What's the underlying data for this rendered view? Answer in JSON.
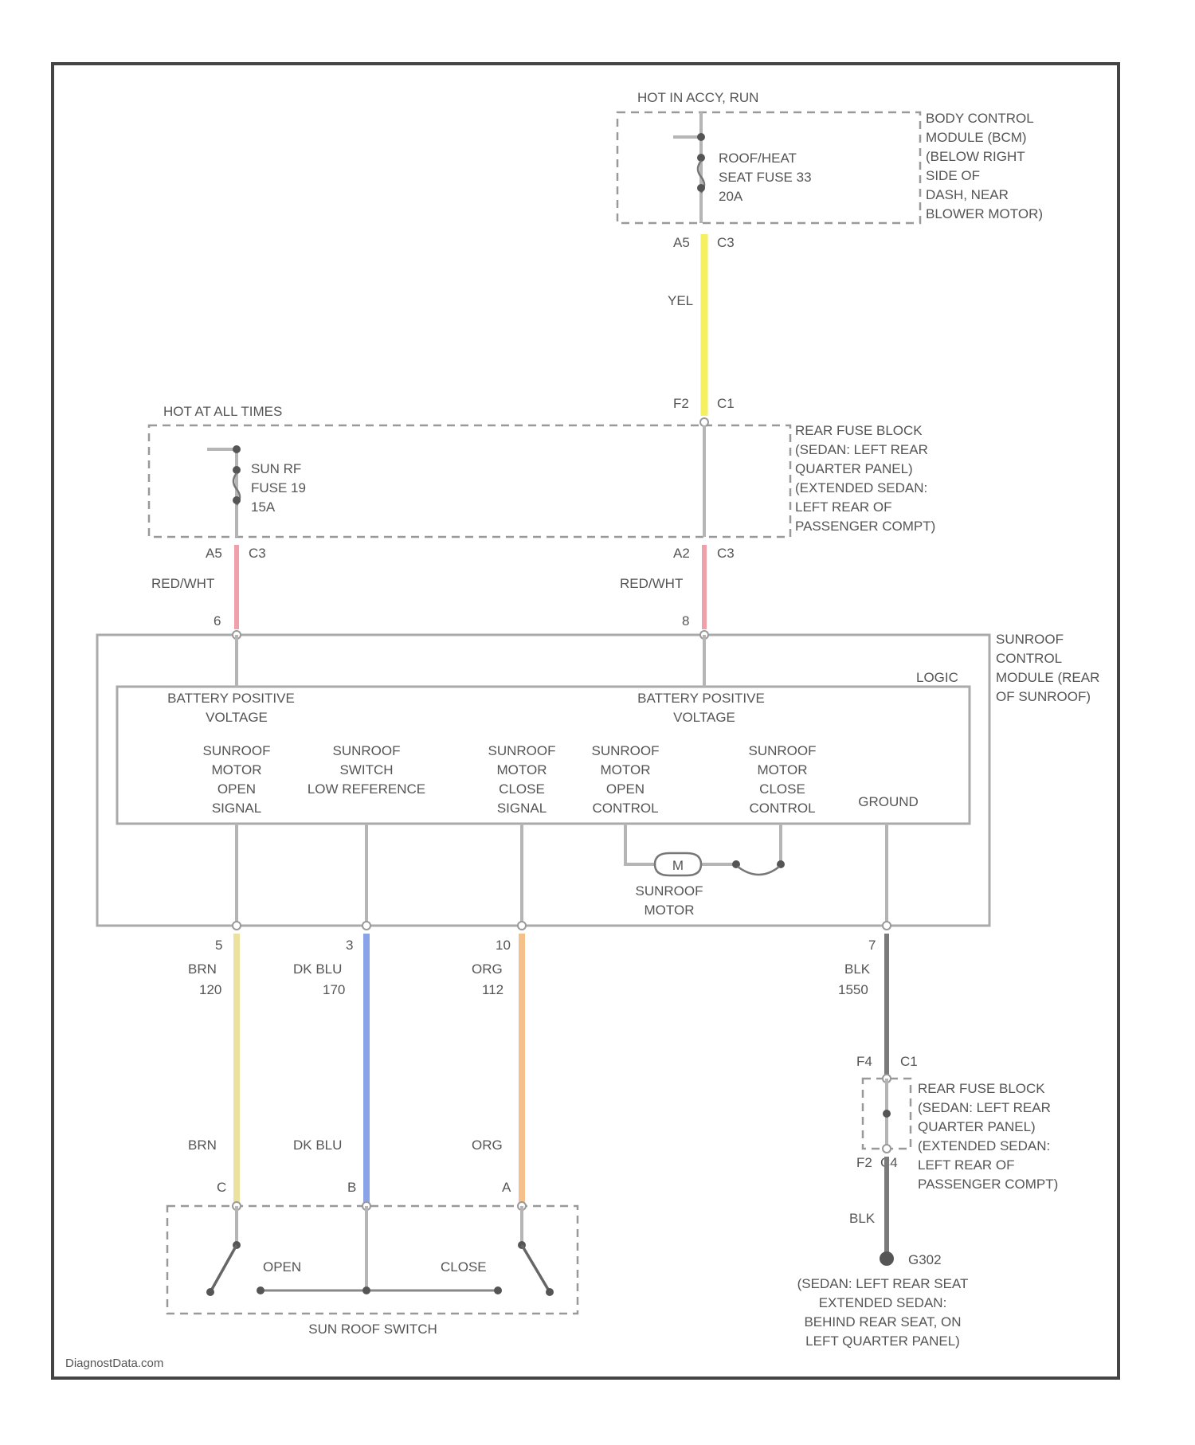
{
  "title": "",
  "bcm": {
    "hot_label": "HOT IN ACCY, RUN",
    "fuse_lines": [
      "ROOF/HEAT",
      "SEAT FUSE 33",
      "20A"
    ],
    "module_lines": [
      "BODY CONTROL",
      "MODULE (BCM)",
      "(BELOW RIGHT",
      "SIDE OF",
      "DASH, NEAR",
      "BLOWER MOTOR)"
    ],
    "pin": "A5",
    "connector": "C3"
  },
  "rear_fuse_block": {
    "hot_label": "HOT AT ALL TIMES",
    "fuse_lines": [
      "SUN RF",
      "FUSE 19",
      "15A"
    ],
    "block_lines": [
      "REAR FUSE BLOCK",
      "(SEDAN: LEFT REAR",
      "QUARTER PANEL)",
      "(EXTENDED SEDAN:",
      "LEFT REAR OF",
      "PASSENGER COMPT)"
    ],
    "pin_in": "F2",
    "conn_in": "C1",
    "pin_a": "A5",
    "conn_a": "C3",
    "pin_b": "A2",
    "conn_b": "C3"
  },
  "wires": {
    "yel": "YEL",
    "red_wht_a": "RED/WHT",
    "red_wht_b": "RED/WHT",
    "brn": "BRN",
    "brn_circuit": "120",
    "dk_blu": "DK BLU",
    "dk_blu_circuit": "170",
    "org": "ORG",
    "org_circuit": "112",
    "blk": "BLK",
    "blk_circuit": "1550",
    "brn_lower": "BRN",
    "dk_blu_lower": "DK BLU",
    "org_lower": "ORG",
    "blk_lower": "BLK"
  },
  "sunroof_module": {
    "label_lines": [
      "SUNROOF",
      "CONTROL",
      "MODULE (REAR",
      "OF SUNROOF)"
    ],
    "logic_label": "LOGIC",
    "pin_left": "6",
    "pin_right": "8",
    "batt_left": [
      "BATTERY POSITIVE",
      "VOLTAGE"
    ],
    "batt_right": [
      "BATTERY POSITIVE",
      "VOLTAGE"
    ],
    "signals": [
      [
        "SUNROOF",
        "MOTOR",
        "OPEN",
        "SIGNAL"
      ],
      [
        "SUNROOF",
        "SWITCH",
        "LOW REFERENCE"
      ],
      [
        "SUNROOF",
        "MOTOR",
        "CLOSE",
        "SIGNAL"
      ],
      [
        "SUNROOF",
        "MOTOR",
        "OPEN",
        "CONTROL"
      ],
      [
        "SUNROOF",
        "MOTOR",
        "CLOSE",
        "CONTROL"
      ],
      [
        "GROUND"
      ]
    ],
    "motor_symbol": "M",
    "motor_label": [
      "SUNROOF",
      "MOTOR"
    ],
    "bottom_pins": [
      "5",
      "3",
      "10",
      "7"
    ]
  },
  "ground_block": {
    "pin_top": "F4",
    "conn_top": "C1",
    "pin_bottom": "F2",
    "conn_bottom": "C4",
    "block_lines": [
      "REAR FUSE BLOCK",
      "(SEDAN: LEFT REAR",
      "QUARTER PANEL)",
      "(EXTENDED SEDAN:",
      "LEFT REAR OF",
      "PASSENGER COMPT)"
    ]
  },
  "ground": {
    "id": "G302",
    "location_lines": [
      "(SEDAN: LEFT REAR SEAT",
      "EXTENDED SEDAN:",
      "BEHIND REAR SEAT, ON",
      "LEFT QUARTER PANEL)"
    ]
  },
  "sunroof_switch": {
    "label": "SUN ROOF SWITCH",
    "pins": [
      "C",
      "B",
      "A"
    ],
    "open": "OPEN",
    "close": "CLOSE"
  },
  "watermark": "DiagnostData.com",
  "colors": {
    "yel": "#f4f060",
    "red": "#f0a0a8",
    "brn": "#ede1a0",
    "blu": "#8aa2e8",
    "org": "#f6c08a",
    "blk": "#7a7a7a"
  }
}
